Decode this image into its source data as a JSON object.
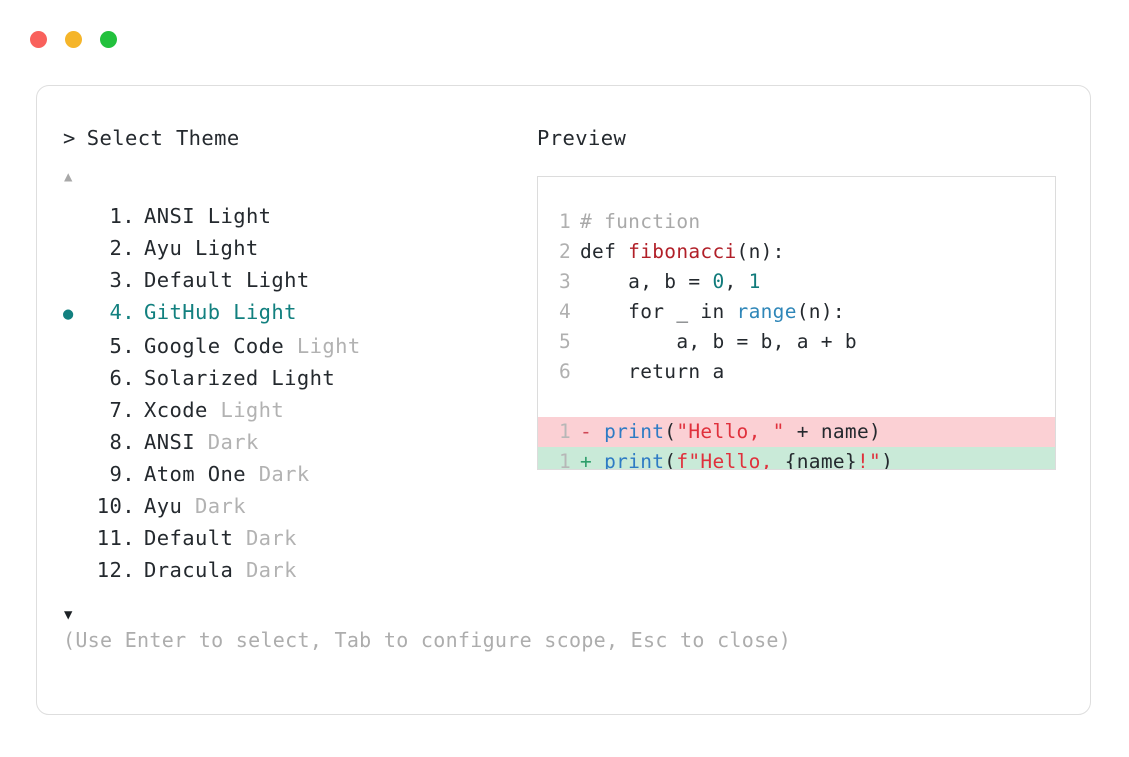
{
  "window": {
    "dots": [
      {
        "name": "close-dot",
        "color": "#f9615c"
      },
      {
        "name": "minimize-dot",
        "color": "#f5b52a"
      },
      {
        "name": "maximize-dot",
        "color": "#22c13d"
      }
    ]
  },
  "colors": {
    "accent_teal": "#12807f",
    "card_border": "#dedede",
    "dim_text": "#b2b2b2",
    "hint_text": "#adadad",
    "diff_del_bg": "#fbd0d4",
    "diff_add_bg": "#c9ead8"
  },
  "selector": {
    "caret": ">",
    "prompt": "Select Theme",
    "scroll_up_icon": "▲",
    "scroll_down_icon": "▼",
    "selected_index": 4,
    "items": [
      {
        "num": "1.",
        "name": "ANSI",
        "variant": "Light",
        "variant_dim": false,
        "selected": false,
        "bullet": ""
      },
      {
        "num": "2.",
        "name": "Ayu",
        "variant": "Light",
        "variant_dim": false,
        "selected": false,
        "bullet": ""
      },
      {
        "num": "3.",
        "name": "Default",
        "variant": "Light",
        "variant_dim": false,
        "selected": false,
        "bullet": ""
      },
      {
        "num": "4.",
        "name": "GitHub",
        "variant": "Light",
        "variant_dim": false,
        "selected": true,
        "bullet": "●"
      },
      {
        "num": "5.",
        "name": "Google Code",
        "variant": "Light",
        "variant_dim": true,
        "selected": false,
        "bullet": ""
      },
      {
        "num": "6.",
        "name": "Solarized",
        "variant": "Light",
        "variant_dim": false,
        "selected": false,
        "bullet": ""
      },
      {
        "num": "7.",
        "name": "Xcode",
        "variant": "Light",
        "variant_dim": true,
        "selected": false,
        "bullet": ""
      },
      {
        "num": "8.",
        "name": "ANSI",
        "variant": "Dark",
        "variant_dim": true,
        "selected": false,
        "bullet": ""
      },
      {
        "num": "9.",
        "name": "Atom One",
        "variant": "Dark",
        "variant_dim": true,
        "selected": false,
        "bullet": ""
      },
      {
        "num": "10.",
        "name": "Ayu",
        "variant": "Dark",
        "variant_dim": true,
        "selected": false,
        "bullet": ""
      },
      {
        "num": "11.",
        "name": "Default",
        "variant": "Dark",
        "variant_dim": true,
        "selected": false,
        "bullet": ""
      },
      {
        "num": "12.",
        "name": "Dracula",
        "variant": "Dark",
        "variant_dim": true,
        "selected": false,
        "bullet": ""
      }
    ]
  },
  "hint": "(Use Enter to select, Tab to configure scope, Esc to close)",
  "preview": {
    "label": "Preview",
    "code_lines": [
      {
        "ln": "1",
        "tokens": [
          {
            "t": "# function",
            "c": "comment"
          }
        ]
      },
      {
        "ln": "2",
        "tokens": [
          {
            "t": "def ",
            "c": "kw"
          },
          {
            "t": "fibonacci",
            "c": "fn"
          },
          {
            "t": "(n):",
            "c": "plain"
          }
        ]
      },
      {
        "ln": "3",
        "tokens": [
          {
            "t": "    a, b = ",
            "c": "plain"
          },
          {
            "t": "0",
            "c": "num"
          },
          {
            "t": ", ",
            "c": "plain"
          },
          {
            "t": "1",
            "c": "num"
          }
        ]
      },
      {
        "ln": "4",
        "tokens": [
          {
            "t": "    for _ in ",
            "c": "plain"
          },
          {
            "t": "range",
            "c": "builtin"
          },
          {
            "t": "(n):",
            "c": "plain"
          }
        ]
      },
      {
        "ln": "5",
        "tokens": [
          {
            "t": "        a, b = b, a + b",
            "c": "plain"
          }
        ]
      },
      {
        "ln": "6",
        "tokens": [
          {
            "t": "    return a",
            "c": "plain"
          }
        ]
      }
    ],
    "diff_lines": [
      {
        "ln": "1",
        "kind": "del",
        "sign": "-",
        "tokens": [
          {
            "t": "print",
            "c": "print"
          },
          {
            "t": "(",
            "c": "plain"
          },
          {
            "t": "\"Hello, \"",
            "c": "str"
          },
          {
            "t": " + name)",
            "c": "plain"
          }
        ]
      },
      {
        "ln": "1",
        "kind": "add",
        "sign": "+",
        "tokens": [
          {
            "t": "print",
            "c": "print"
          },
          {
            "t": "(",
            "c": "plain"
          },
          {
            "t": "f\"Hello, ",
            "c": "str"
          },
          {
            "t": "{name}",
            "c": "plain"
          },
          {
            "t": "!\"",
            "c": "str"
          },
          {
            "t": ")",
            "c": "plain"
          }
        ]
      }
    ]
  }
}
